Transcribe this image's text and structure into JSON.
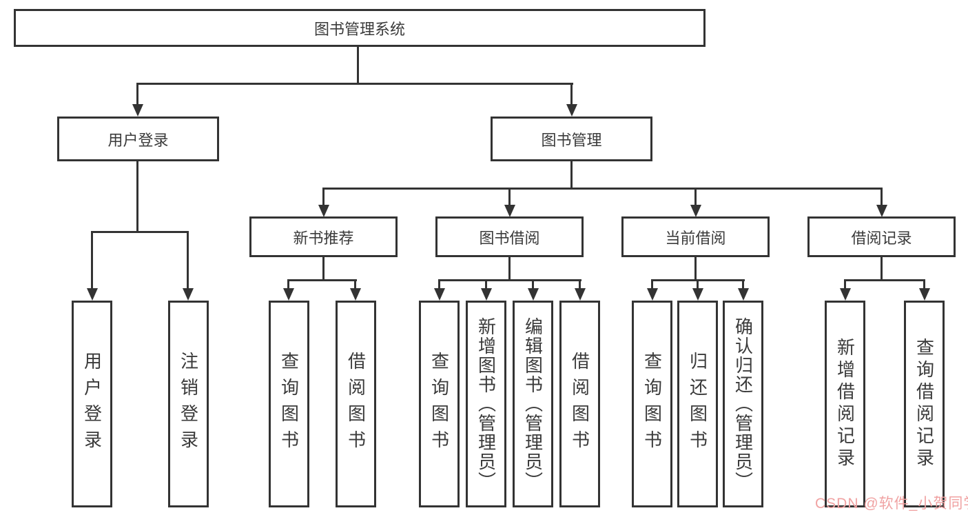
{
  "diagram": {
    "root": {
      "label": "图书管理系统"
    },
    "branches": [
      {
        "label": "用户登录",
        "children": [
          {
            "label": "用户登录"
          },
          {
            "label": "注销登录"
          }
        ]
      },
      {
        "label": "图书管理",
        "children": [
          {
            "label": "新书推荐",
            "children": [
              {
                "label": "查询图书"
              },
              {
                "label": "借阅图书"
              }
            ]
          },
          {
            "label": "图书借阅",
            "children": [
              {
                "label": "查询图书"
              },
              {
                "label": "新增图书（管理员）"
              },
              {
                "label": "编辑图书（管理员）"
              },
              {
                "label": "借阅图书"
              }
            ]
          },
          {
            "label": "当前借阅",
            "children": [
              {
                "label": "查询图书"
              },
              {
                "label": "归还图书"
              },
              {
                "label": "确认归还（管理员）"
              }
            ]
          },
          {
            "label": "借阅记录",
            "children": [
              {
                "label": "新增借阅记录"
              },
              {
                "label": "查询借阅记录"
              }
            ]
          }
        ]
      }
    ],
    "watermark": "CSDN @软件_小贺同学",
    "colors": {
      "line": "#333333",
      "text": "#3a3a3a",
      "watermark": "#f0a2a2",
      "background": "#ffffff"
    }
  }
}
